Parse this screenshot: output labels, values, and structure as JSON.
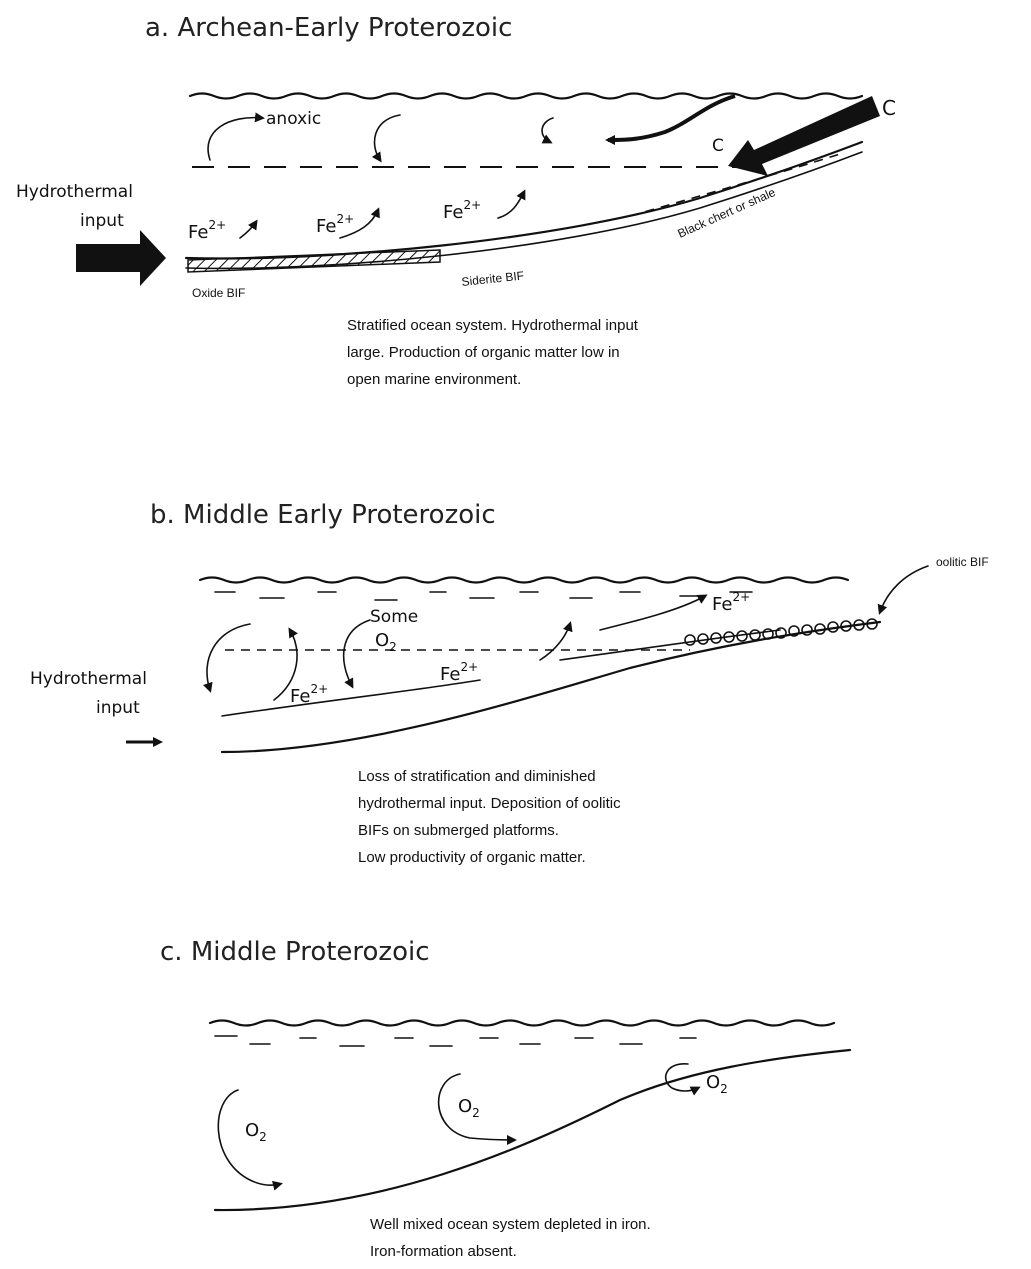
{
  "panels": [
    {
      "title": "a. Archean-Early Proterozoic",
      "labels": {
        "anoxic": "anoxic",
        "carbon_input": "C",
        "carbon_inner": "C",
        "hydrothermal_line1": "Hydrothermal",
        "hydrothermal_line2": "input",
        "fe_1": "Fe",
        "fe_2": "Fe",
        "fe_3": "Fe",
        "fe_charge": "2+",
        "oxide_bif": "Oxide BIF",
        "siderite_bif": "Siderite BIF",
        "black_chert": "Black chert or shale"
      },
      "caption": [
        "Stratified ocean system. Hydrothermal input",
        "large. Production of organic matter low in",
        "open marine environment."
      ]
    },
    {
      "title": "b. Middle Early Proterozoic",
      "labels": {
        "oolitic_bif": "oolitic BIF",
        "some_line1": "Some",
        "o2": "O",
        "o2_sub": "2",
        "hydrothermal_line1": "Hydrothermal",
        "hydrothermal_line2": "input",
        "fe_1": "Fe",
        "fe_2": "Fe",
        "fe_3": "Fe",
        "fe_charge": "2+"
      },
      "caption": [
        "Loss of stratification and diminished",
        "hydrothermal input. Deposition of oolitic",
        "BIFs on submerged platforms.",
        "Low productivity of organic matter."
      ]
    },
    {
      "title": "c. Middle Proterozoic",
      "labels": {
        "o2_1": "O",
        "o2_2": "O",
        "o2_3": "O",
        "o2_sub": "2"
      },
      "caption": [
        "Well mixed ocean system depleted in iron.",
        "Iron-formation absent."
      ]
    }
  ]
}
